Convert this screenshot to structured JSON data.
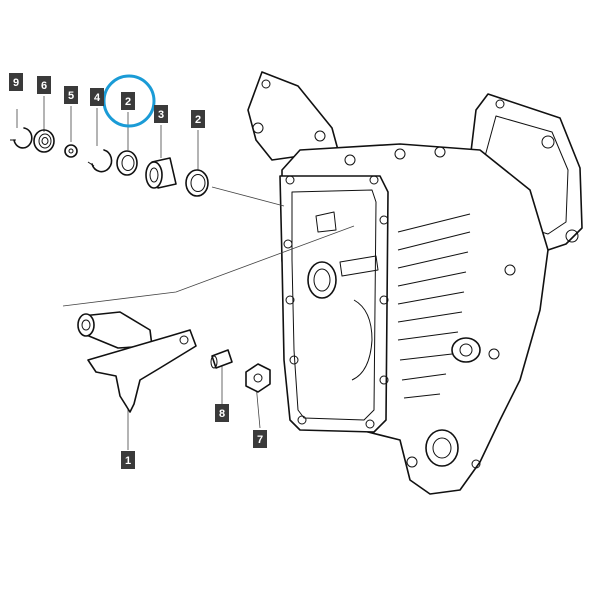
{
  "diagram": {
    "type": "exploded-parts-diagram",
    "highlight_color": "#1a9bd6",
    "callout_color": "#3a3a3a",
    "callouts": [
      {
        "id": "c9",
        "label": "9",
        "part": "retaining-ring"
      },
      {
        "id": "c6",
        "label": "6",
        "part": "bearing"
      },
      {
        "id": "c5",
        "label": "5",
        "part": "small-clip"
      },
      {
        "id": "c4",
        "label": "4",
        "part": "snap-ring"
      },
      {
        "id": "c2a",
        "label": "2",
        "part": "seal",
        "highlighted": true
      },
      {
        "id": "c3",
        "label": "3",
        "part": "bushing"
      },
      {
        "id": "c2b",
        "label": "2",
        "part": "seal"
      },
      {
        "id": "c8",
        "label": "8",
        "part": "pin"
      },
      {
        "id": "c7",
        "label": "7",
        "part": "nut"
      },
      {
        "id": "c1",
        "label": "1",
        "part": "shift-lever-shaft"
      }
    ]
  }
}
